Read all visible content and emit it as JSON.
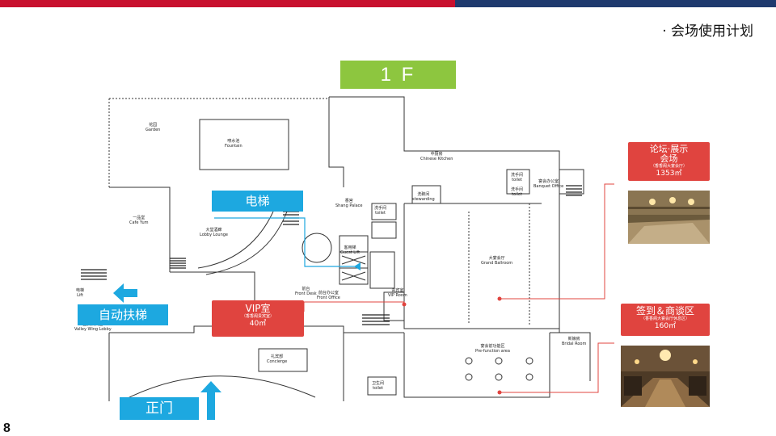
{
  "header": {
    "section_title": "· 会场使用计划",
    "floor": "1 F"
  },
  "labels": {
    "elevator": "电梯",
    "escalator": "自动扶梯",
    "main_gate": "正门"
  },
  "vip": {
    "title": "VIP室",
    "sub": "（香香阁贵宾室）",
    "area": "40㎡"
  },
  "forum": {
    "title_line1": "论坛·展示",
    "title_line2": "会场",
    "sub": "（香香阁大宴会厅）",
    "area": "1353㎡"
  },
  "signin": {
    "title": "签到＆商谈区",
    "sub": "（香香阁大宴会厅休息区）",
    "area": "160㎡"
  },
  "plan_rooms": {
    "garden_cn": "花园",
    "garden_en": "Garden",
    "fountain_cn": "喷水池",
    "fountain_en": "Fountain",
    "cafe_cn": "一品堂",
    "cafe_en": "Cafe Yum",
    "lobby_cn": "大堂酒廊",
    "lobby_en": "Lobby Lounge",
    "chinese_kitchen_cn": "中厨房",
    "chinese_kitchen_en": "Chinese Kitchen",
    "stewarding_cn": "洗碗间",
    "stewarding_en": "stewarding",
    "toilet1_cn": "洗手间",
    "toilet1_en": "toilet",
    "toilet2_cn": "洗手间",
    "toilet2_en": "toilet",
    "banquet_office_cn": "宴会办公室",
    "banquet_office_en": "Banquet Office",
    "shang_palace_cn": "香宫",
    "shang_palace_en": "Shang Palace",
    "toilet3_cn": "洗手间",
    "toilet3_en": "toilet",
    "guest_lift_cn": "客用梯",
    "guest_lift_en": "Guest Lift",
    "ballroom_cn": "大宴会厅",
    "ballroom_en": "Grand Ballroom",
    "front_desk_cn": "前台",
    "front_desk_en": "Front Desk",
    "front_office_cn": "前台办公室",
    "front_office_en": "Front Office",
    "vip_room_cn": "贵宾室",
    "vip_room_en": "VIP Room",
    "lift_cn": "电梯",
    "lift_en": "Lift",
    "valley_cn": "国贸新大堂",
    "valley_en": "Valley Wing Lobby",
    "concierge_cn": "礼宾部",
    "concierge_en": "Concierge",
    "prefunction_cn": "宴会前功能区",
    "prefunction_en": "Pre-function area",
    "bridal_cn": "新娘房",
    "bridal_en": "Bridal Room",
    "toilet4_cn": "卫生间",
    "toilet4_en": "toilet"
  },
  "page_number": "8",
  "colors": {
    "top_red": "#c8102e",
    "top_navy": "#1f3a6e",
    "floor_green": "#8dc63f",
    "label_blue": "#1da8e0",
    "callout_red": "#e0443f"
  }
}
